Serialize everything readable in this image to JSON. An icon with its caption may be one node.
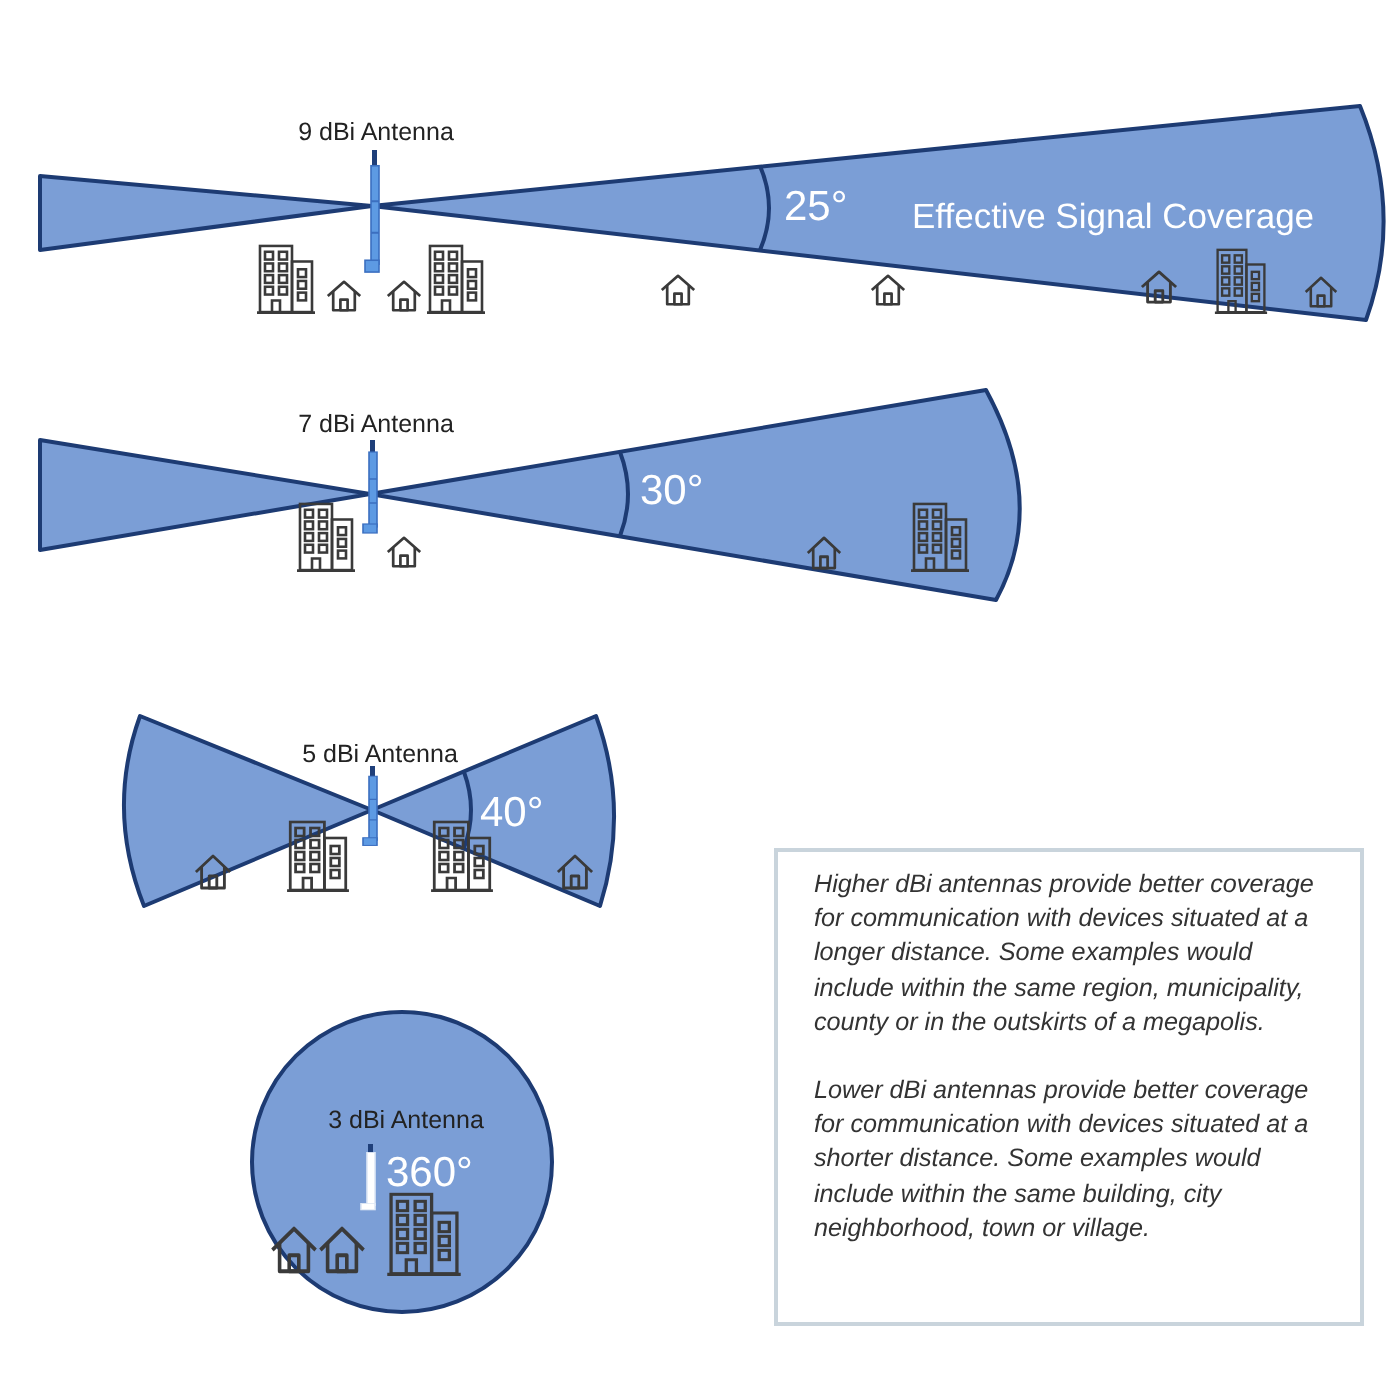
{
  "diagram": {
    "nodes": [
      {
        "text": [
          "9 dBi Antenna",
          "25°",
          "Effective Signal Coverage"
        ]
      },
      {
        "text": [
          "7 dBi Antenna",
          "30°"
        ]
      },
      {
        "text": [
          "5 dBi Antenna",
          "40°"
        ]
      },
      {
        "text": [
          "3 dBi Antenna",
          "360°"
        ]
      },
      {
        "text": [
          "Higher dBi antennas provide better coverage for communication with devices situated at a longer distance. Some examples would include within the same region, municipality, county or in the outskirts of a megapolis.",
          "Lower dBi antennas provide better coverage for communication with devices situated at a shorter distance. Some examples would include within the same building, city neighborhood, town or village."
        ]
      }
    ]
  }
}
